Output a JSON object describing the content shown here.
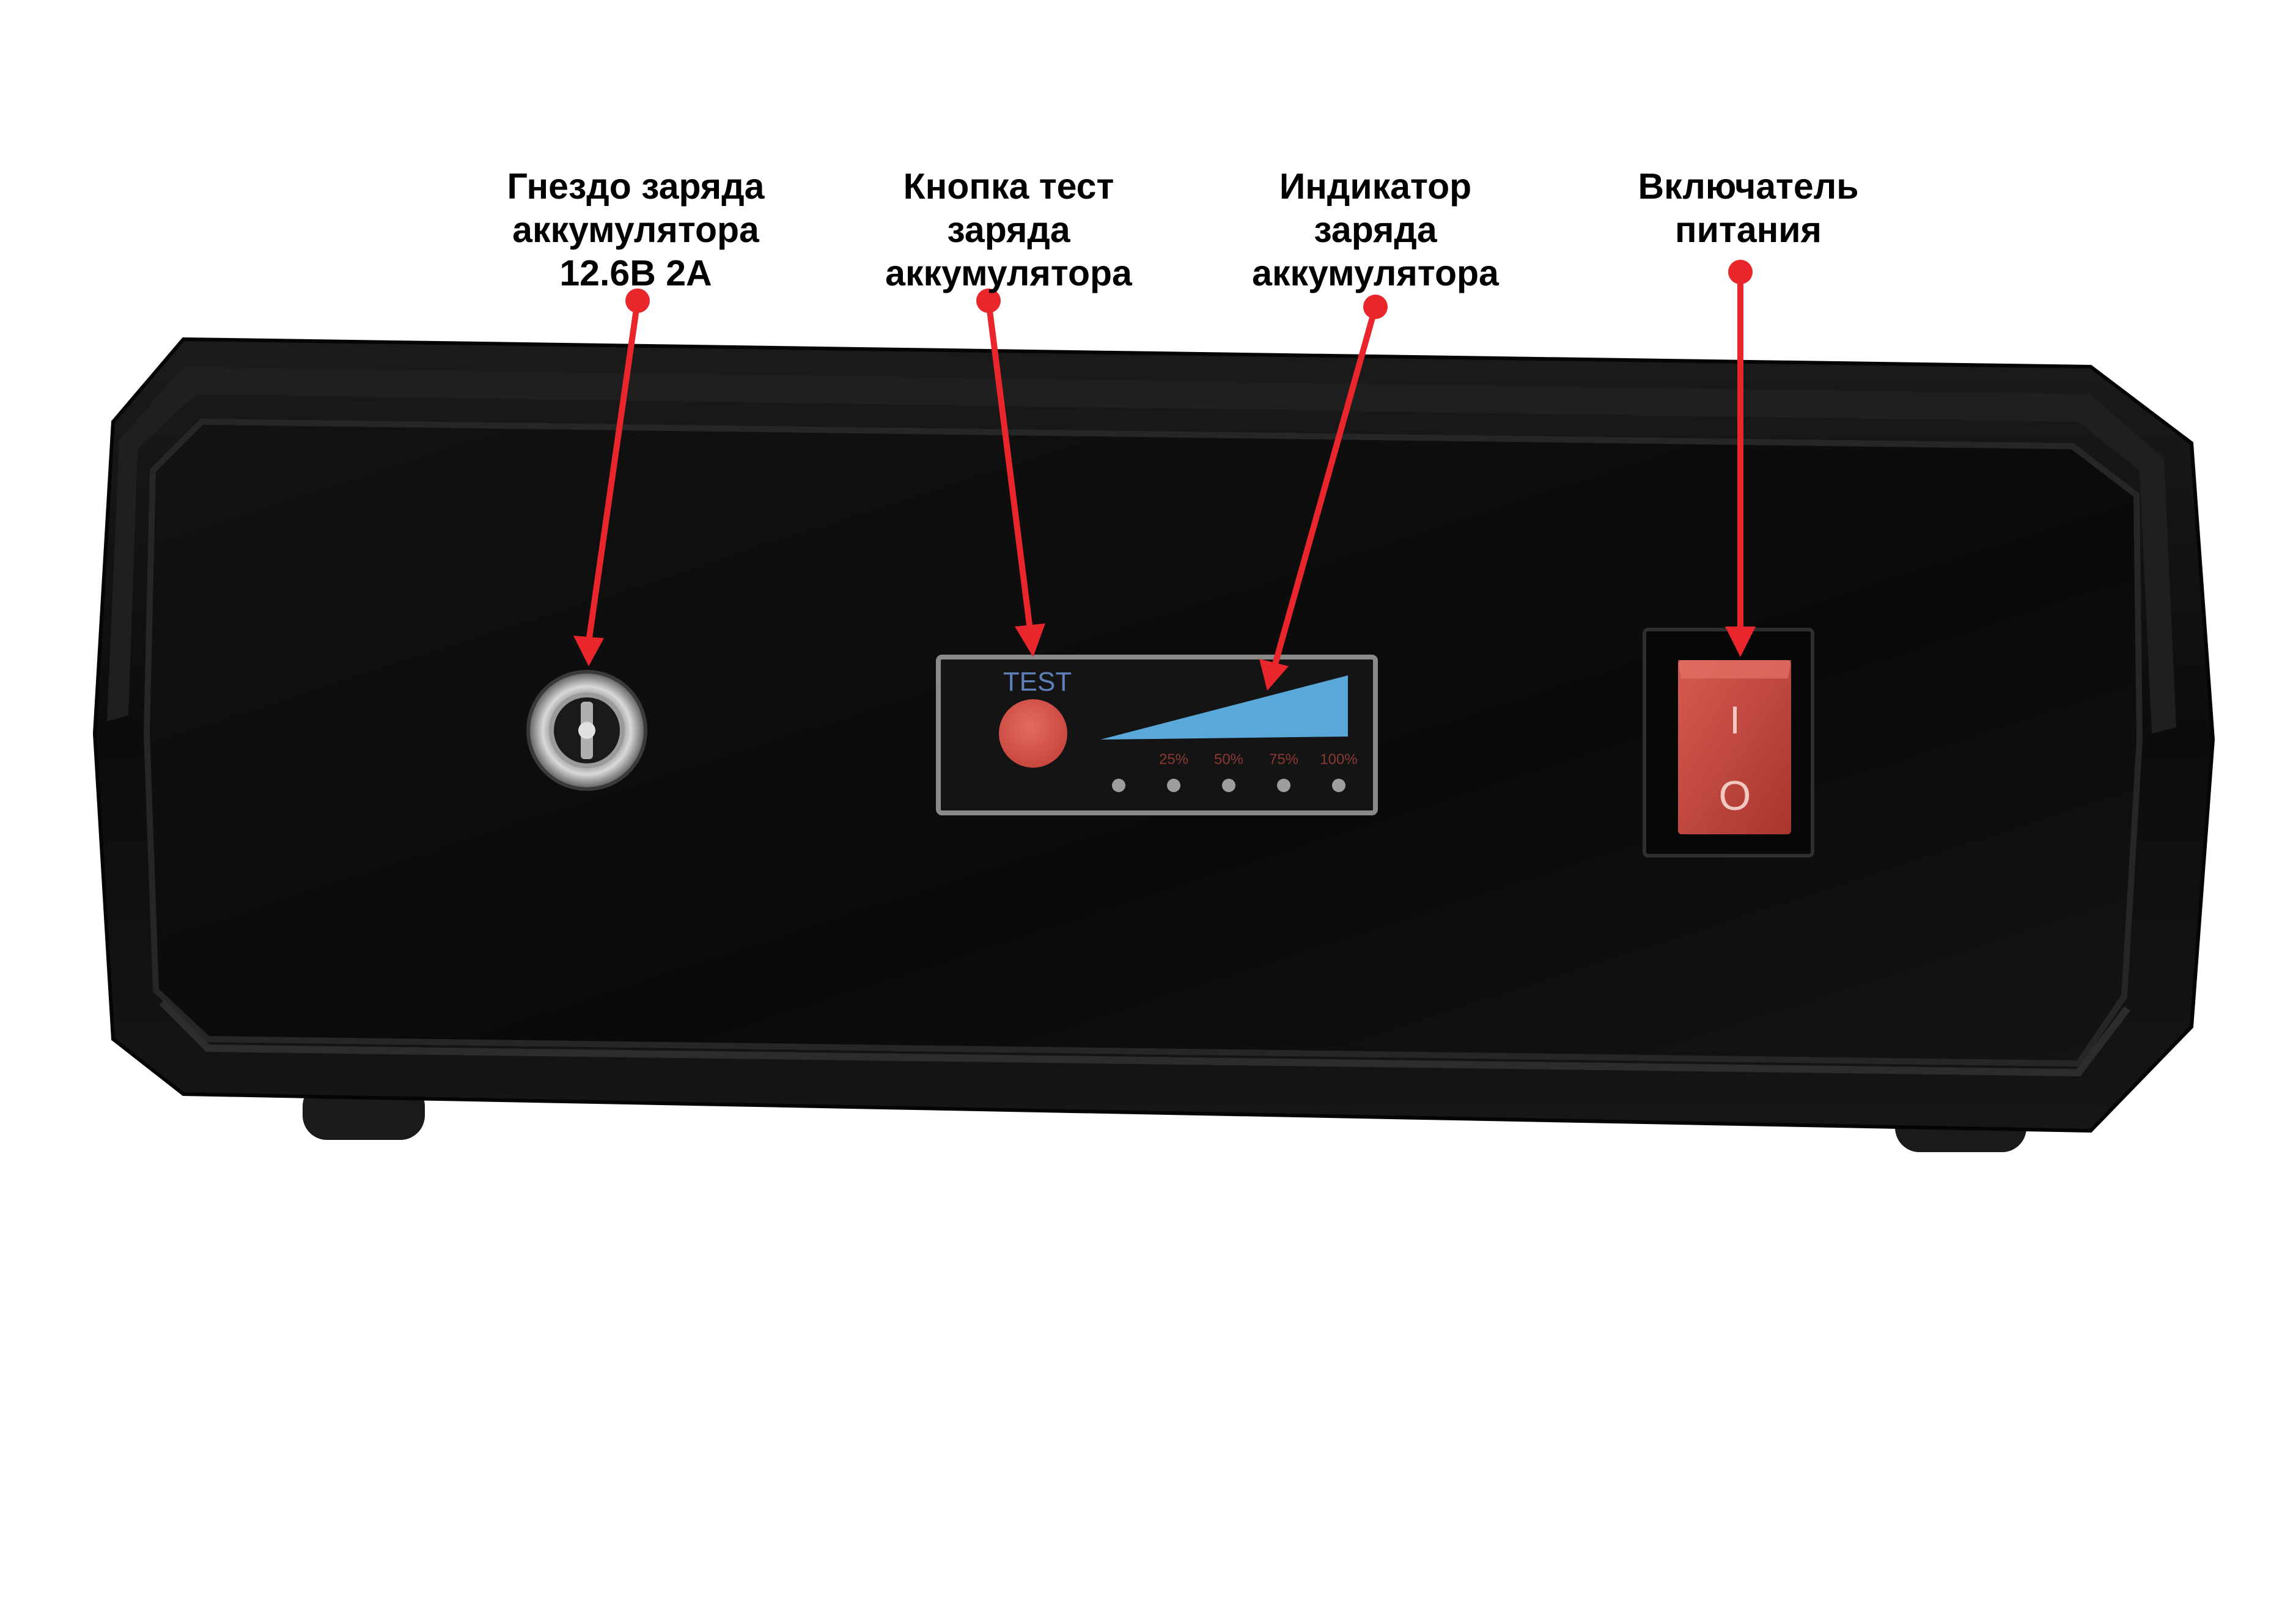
{
  "callouts": {
    "charge_socket": {
      "line1": "Гнездо заряда",
      "line2": "аккумулятора",
      "line3": "12.6В 2А"
    },
    "test_button": {
      "line1": "Кнопка тест",
      "line2": "заряда",
      "line3": "аккумулятора"
    },
    "charge_indicator": {
      "line1": "Индикатор",
      "line2": "заряда",
      "line3": "аккумулятора"
    },
    "power_switch": {
      "line1": "Включатель",
      "line2": "питания"
    }
  },
  "indicator_panel": {
    "test_label": "TEST",
    "levels": [
      "25%",
      "50%",
      "75%",
      "100%"
    ]
  },
  "switch": {
    "on_mark": "I",
    "off_mark": "O"
  },
  "colors": {
    "callout_arrow": "#e8262b",
    "device_body": "#111111",
    "test_button": "#d9574e",
    "charge_bar": "#5aa7d9",
    "switch_rocker": "#c9483f"
  }
}
